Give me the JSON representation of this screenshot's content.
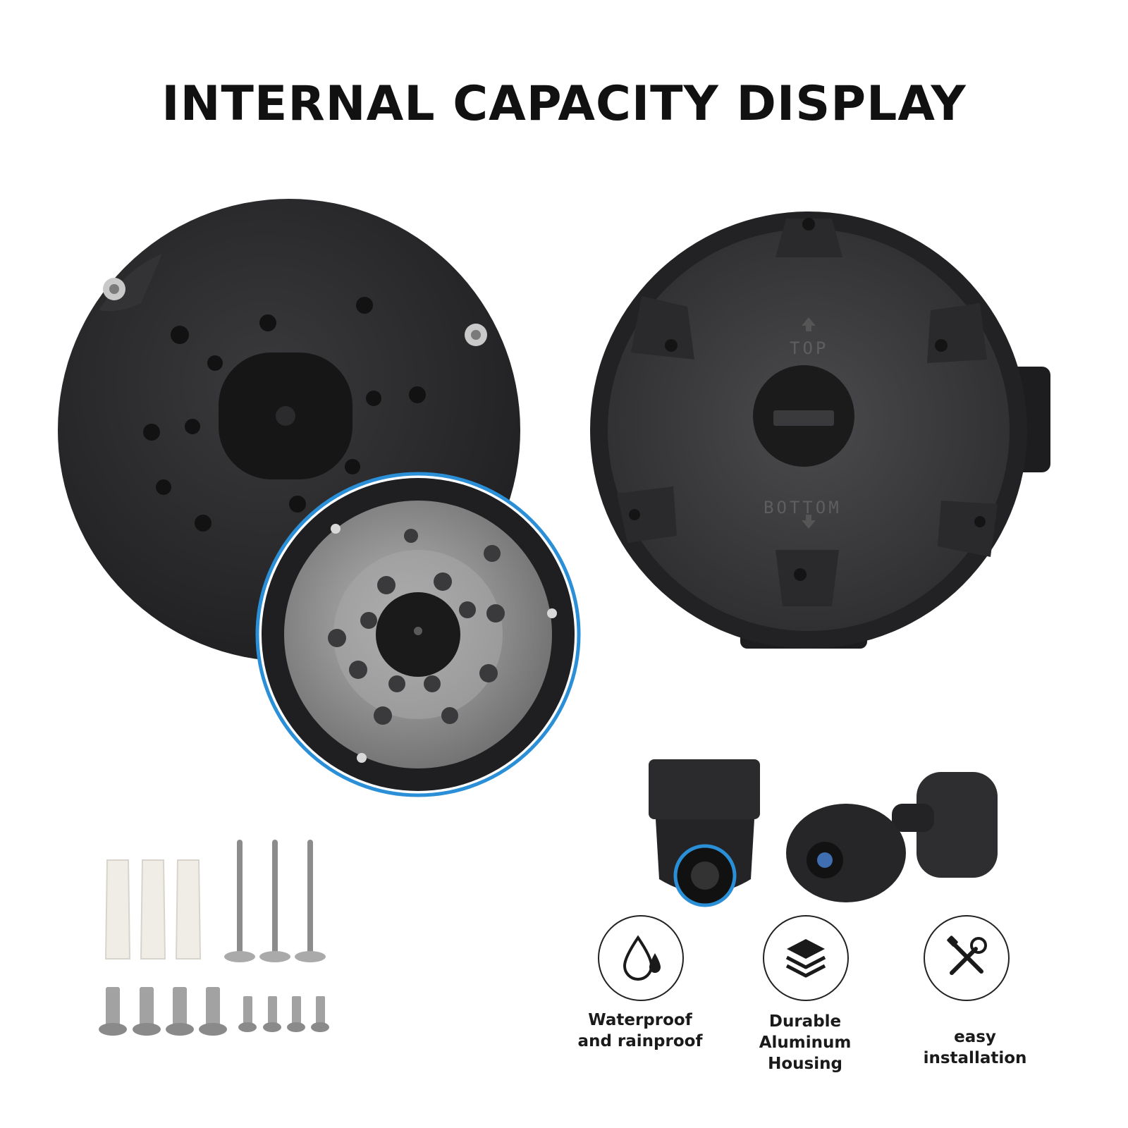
{
  "title": "INTERNAL CAPACITY DISPLAY",
  "right_box": {
    "top_label": "TOP",
    "bottom_label": "BOTTOM"
  },
  "features": [
    {
      "icon": "water-drop-icon",
      "line1": "Waterproof",
      "line2": "and rainproof"
    },
    {
      "icon": "layers-icon",
      "line1": "Durable",
      "line2": "Aluminum Housing"
    },
    {
      "icon": "tools-icon",
      "line1": "easy installation",
      "line2": ""
    }
  ],
  "colors": {
    "housing": "#2b2b2d",
    "housing_dark": "#1c1c1e",
    "metal": "#8d8d8d",
    "accent_blue": "#2a8fd6"
  }
}
